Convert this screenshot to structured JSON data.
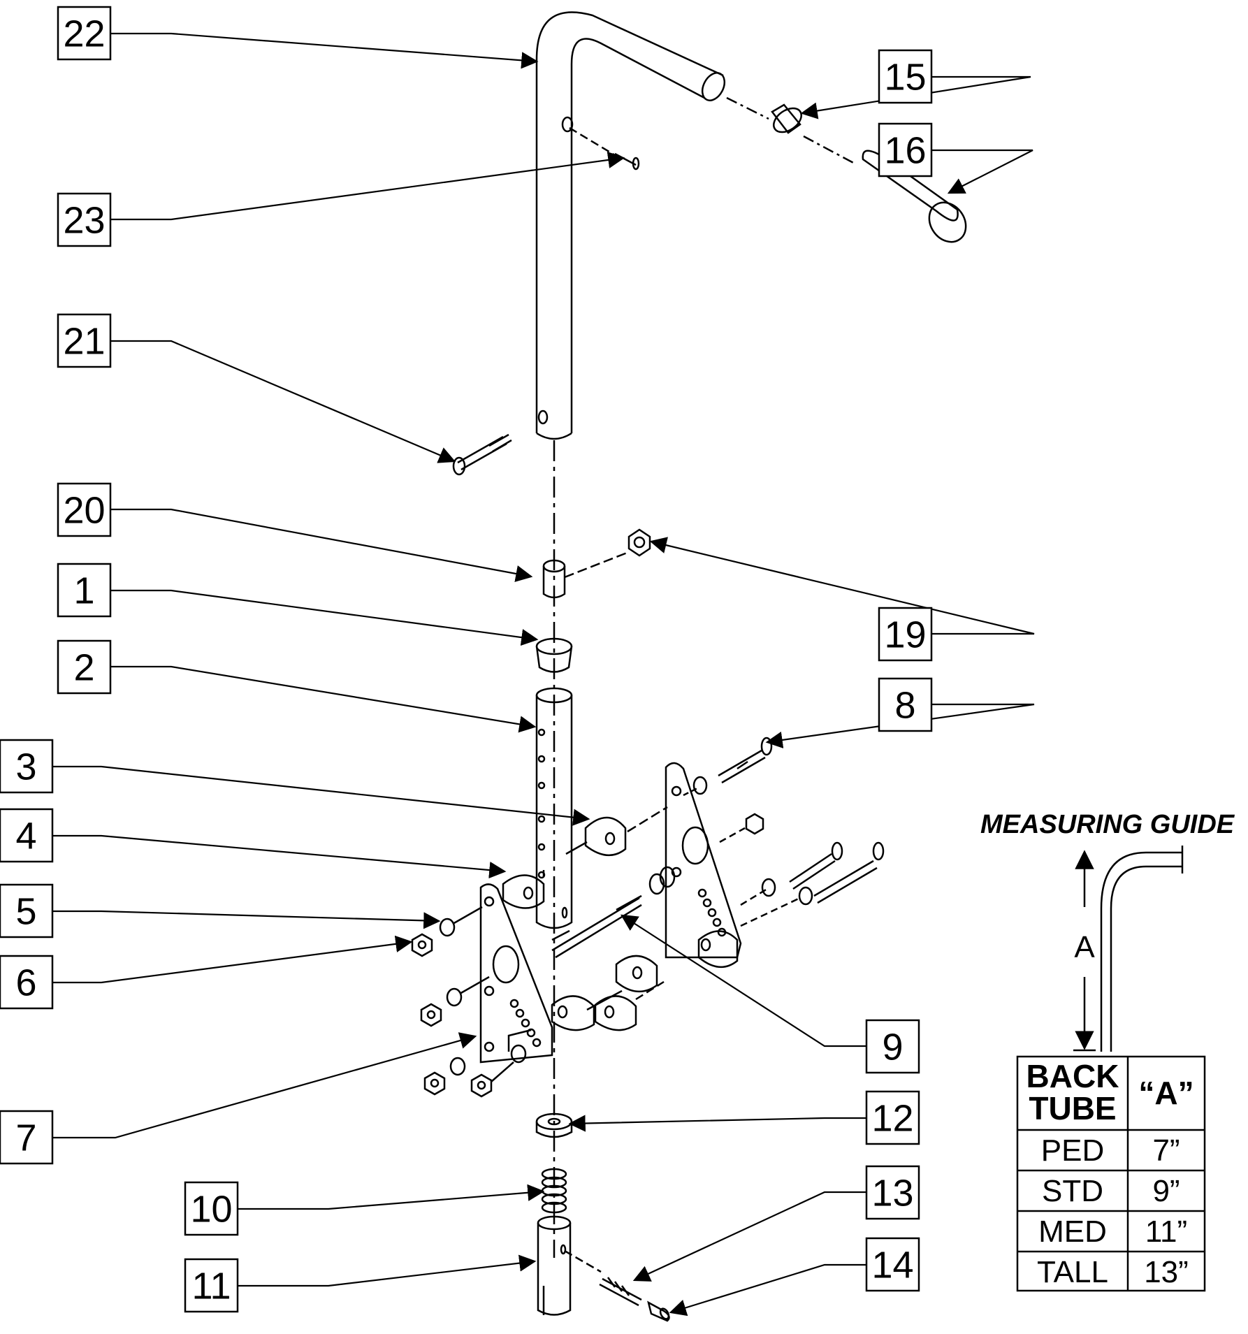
{
  "callouts": [
    {
      "id": "22",
      "label": "22"
    },
    {
      "id": "23",
      "label": "23"
    },
    {
      "id": "21",
      "label": "21"
    },
    {
      "id": "20",
      "label": "20"
    },
    {
      "id": "1",
      "label": "1"
    },
    {
      "id": "2",
      "label": "2"
    },
    {
      "id": "3",
      "label": "3"
    },
    {
      "id": "4",
      "label": "4"
    },
    {
      "id": "5",
      "label": "5"
    },
    {
      "id": "6",
      "label": "6"
    },
    {
      "id": "7",
      "label": "7"
    },
    {
      "id": "10",
      "label": "10"
    },
    {
      "id": "11",
      "label": "11"
    },
    {
      "id": "15",
      "label": "15"
    },
    {
      "id": "16",
      "label": "16"
    },
    {
      "id": "19",
      "label": "19"
    },
    {
      "id": "8",
      "label": "8"
    },
    {
      "id": "9",
      "label": "9"
    },
    {
      "id": "12",
      "label": "12"
    },
    {
      "id": "13",
      "label": "13"
    },
    {
      "id": "14",
      "label": "14"
    }
  ],
  "guide": {
    "title": "MEASURING GUIDE",
    "dimension_label": "A",
    "table": {
      "header_col1_line1": "BACK",
      "header_col1_line2": "TUBE",
      "header_col2": "“A”",
      "rows": [
        {
          "tube": "PED",
          "a": "7”"
        },
        {
          "tube": "STD",
          "a": "9”"
        },
        {
          "tube": "MED",
          "a": "11”"
        },
        {
          "tube": "TALL",
          "a": "13”"
        }
      ]
    }
  }
}
